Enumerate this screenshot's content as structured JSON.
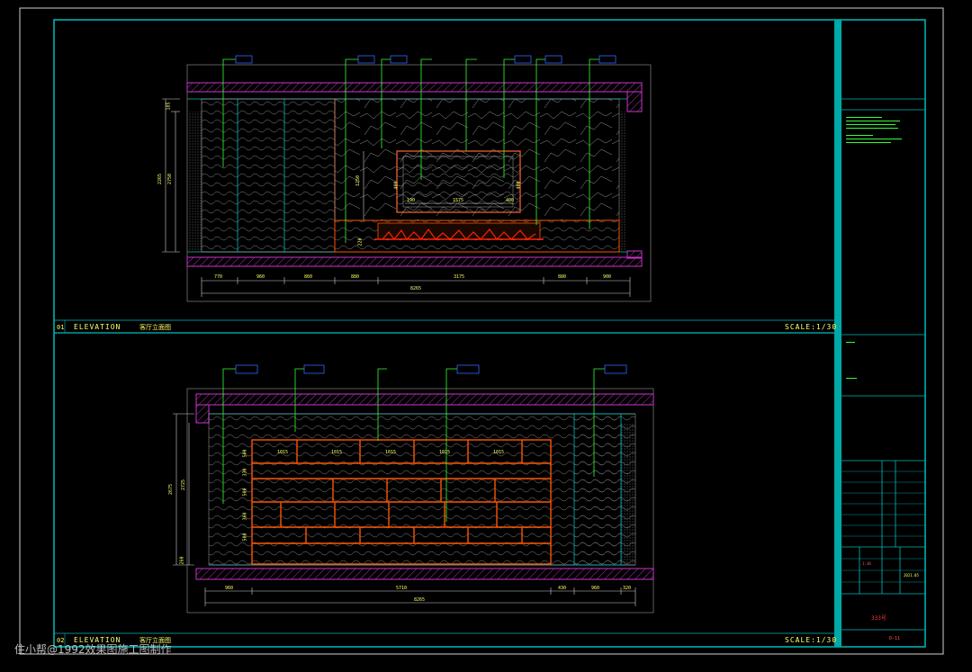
{
  "drawings": [
    {
      "number": "01",
      "label": "ELEVATION",
      "title_cn": "客厅立面图",
      "scale": "SCALE:1/30",
      "bottom_dims": [
        "770",
        "960",
        "860",
        "880",
        "3175",
        "880",
        "900"
      ],
      "total_dim": "8265",
      "left_dims": [
        "2265",
        "2750",
        "185"
      ],
      "inner_dims": [
        "1250",
        "1575",
        "400",
        "400",
        "190",
        "400",
        "220"
      ]
    },
    {
      "number": "02",
      "label": "ELEVATION",
      "title_cn": "客厅立面图",
      "scale": "SCALE:1/30",
      "bottom_dims": [
        "960",
        "5710",
        "430",
        "960",
        "320"
      ],
      "total_dim": "8265",
      "left_dims": [
        "2675",
        "2725",
        "260"
      ],
      "shelf_dims": [
        "1015",
        "1015",
        "1015",
        "1015",
        "1015"
      ],
      "shelf_side_dims": [
        "500",
        "330",
        "500",
        "360",
        "500"
      ]
    }
  ],
  "title_block": {
    "sheet_no": "D-11",
    "scale_value": "1:30",
    "date": "2021.05",
    "stamp": "333号"
  },
  "watermark": "住小帮@1992效果图施工图制作",
  "colors": {
    "frame": "#00bcbc",
    "wall": "#cc33cc",
    "dims": "#ffff66",
    "leaders": "#33ff33",
    "shelf": "#ff5500",
    "fire": "#ff2200"
  }
}
